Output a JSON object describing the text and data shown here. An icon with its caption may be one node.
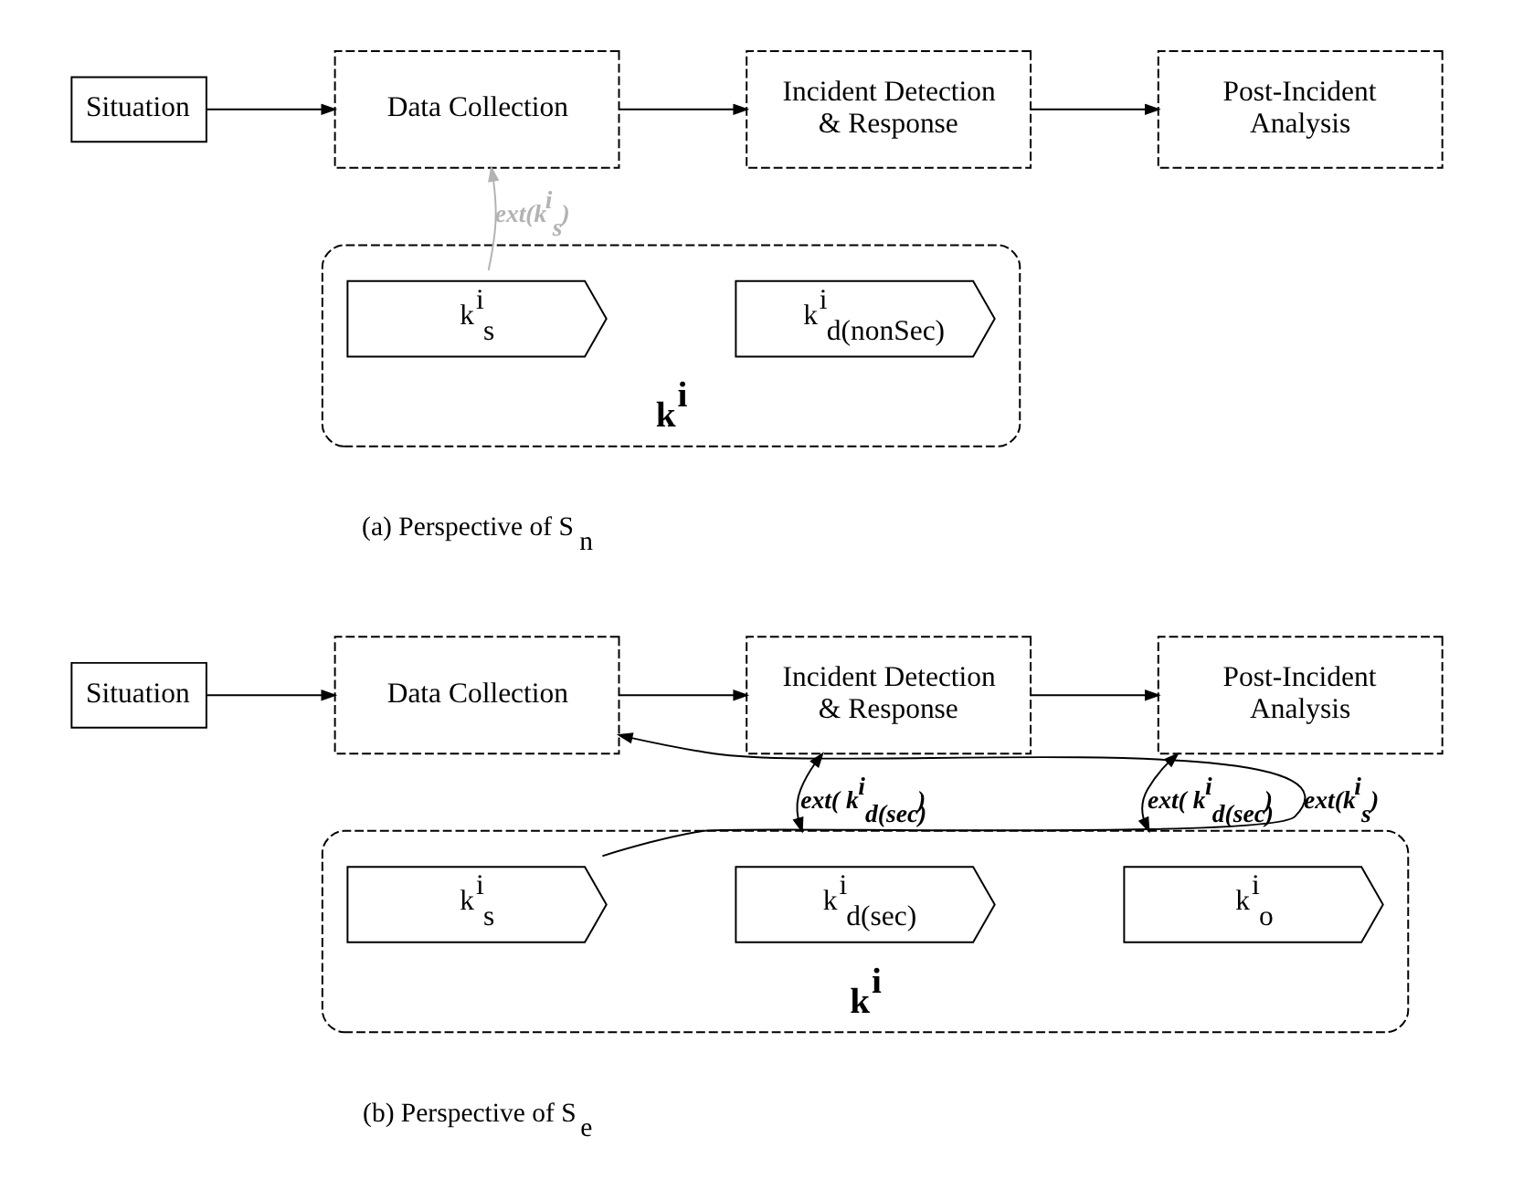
{
  "diagram": {
    "nodes": [
      {
        "text": [
          "Situation"
        ]
      },
      {
        "text": [
          "Data Collection"
        ]
      },
      {
        "text": [
          "Incident Detection & Response"
        ]
      },
      {
        "text": [
          "Post-Incident Analysis"
        ]
      },
      {
        "text": [
          "k$^{i}$"
        ]
      },
      {
        "text": [
          "k$^{i}$$_{s}$"
        ],
        "in": 4
      },
      {
        "text": [
          "k$^{i}$$_{d(nonSec)}$"
        ],
        "in": 4
      },
      {
        "text": [
          "Situation"
        ]
      },
      {
        "text": [
          "Data Collection"
        ]
      },
      {
        "text": [
          "Incident Detection & Response"
        ]
      },
      {
        "text": [
          "Post-Incident Analysis"
        ]
      },
      {
        "text": [
          "k$^{i}$"
        ]
      },
      {
        "text": [
          "k$^{i}$$_{s}$"
        ],
        "in": 11
      },
      {
        "text": [
          "k$^{i}$$_{d(sec)}$"
        ],
        "in": 11
      },
      {
        "text": [
          "k$^{i}$$_{o}$"
        ],
        "in": 11
      }
    ],
    "edges": [
      {
        "from": 0,
        "to": 1,
        "arrow": "to"
      },
      {
        "from": 1,
        "to": 2,
        "arrow": "to"
      },
      {
        "from": 2,
        "to": 3,
        "arrow": "to"
      },
      {
        "from": 5,
        "to": 1,
        "arrow": "to",
        "label": "ext(k$^{i}$$_{s}$)",
        "color": "#b3b3b3"
      },
      {
        "from": 7,
        "to": 8,
        "arrow": "to"
      },
      {
        "from": 8,
        "to": 9,
        "arrow": "to"
      },
      {
        "from": 9,
        "to": 10,
        "arrow": "to"
      },
      {
        "from": 12,
        "to": 8,
        "arrow": "to",
        "label": "ext(k$^{i}$$_{s}$)"
      },
      {
        "from": 9,
        "to": 11,
        "arrow": "both",
        "label": "ext( k$^{i}$$_{d(sec)}$)"
      },
      {
        "from": 10,
        "to": 11,
        "arrow": "both",
        "label": "ext( k$^{i}$$_{d(sec)}$)"
      }
    ],
    "labels": [
      "(a) Perspective of S$_{n}$",
      "(b) Perspective of S$_{e}$"
    ]
  }
}
